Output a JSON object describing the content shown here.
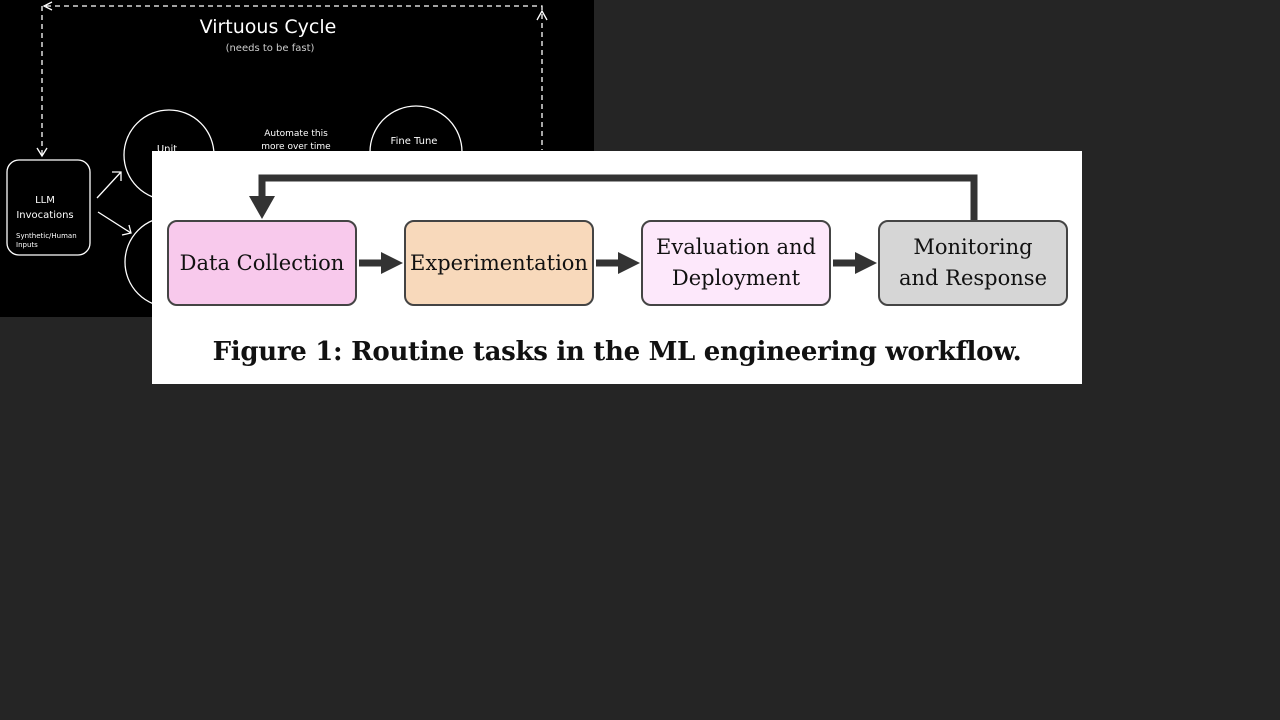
{
  "sketch": {
    "title": "Virtuous Cycle",
    "subtitle": "(needs to be fast)",
    "llm_label_1": "LLM",
    "llm_label_2": "Invocations",
    "llm_sub_1": "Synthetic/Human",
    "llm_sub_2": "Inputs",
    "unit_label": "Unit",
    "automate_1": "Automate this",
    "automate_2": "more over time",
    "finetune_label": "Fine Tune"
  },
  "figure": {
    "boxes": [
      {
        "label_lines": [
          "Data Collection"
        ],
        "color": "#f8c9ec"
      },
      {
        "label_lines": [
          "Experimentation"
        ],
        "color": "#f8d9bb"
      },
      {
        "label_lines": [
          "Evaluation and",
          "Deployment"
        ],
        "color": "#fde8fb"
      },
      {
        "label_lines": [
          "Monitoring",
          "and Response"
        ],
        "color": "#d6d6d6"
      }
    ],
    "caption": "Figure 1: Routine tasks in the ML engineering workflow."
  },
  "colors": {
    "page_background": "#252525",
    "arrow": "#333333"
  }
}
